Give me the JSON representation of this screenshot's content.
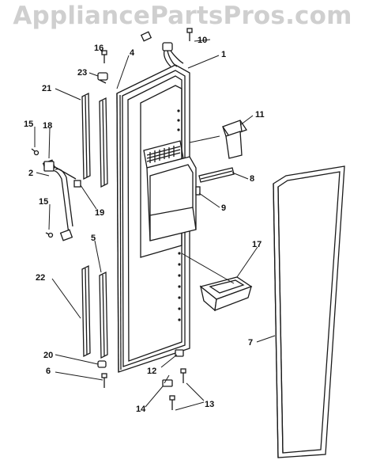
{
  "watermark": "AppliancePartsPros.com",
  "diagram": {
    "callouts": [
      {
        "id": "1"
      },
      {
        "id": "2"
      },
      {
        "id": "4"
      },
      {
        "id": "5"
      },
      {
        "id": "6"
      },
      {
        "id": "7"
      },
      {
        "id": "8"
      },
      {
        "id": "9"
      },
      {
        "id": "10"
      },
      {
        "id": "11"
      },
      {
        "id": "12"
      },
      {
        "id": "13"
      },
      {
        "id": "14"
      },
      {
        "id": "15"
      },
      {
        "id": "15"
      },
      {
        "id": "16"
      },
      {
        "id": "17"
      },
      {
        "id": "18"
      },
      {
        "id": "19"
      },
      {
        "id": "20"
      },
      {
        "id": "21"
      },
      {
        "id": "22"
      },
      {
        "id": "23"
      }
    ]
  }
}
